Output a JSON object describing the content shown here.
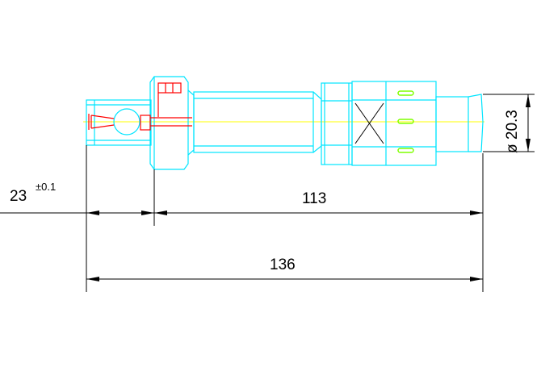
{
  "colors": {
    "outline": "#00e5ff",
    "hidden_detail": "#ff0000",
    "centerline": "#ffff00",
    "slot": "#7fff00",
    "dimension": "#000000"
  },
  "dimensions": {
    "left_value": "23",
    "left_tolerance": "±0.1",
    "middle_length": "113",
    "overall_length": "136",
    "diameter": "ø 20.3"
  }
}
